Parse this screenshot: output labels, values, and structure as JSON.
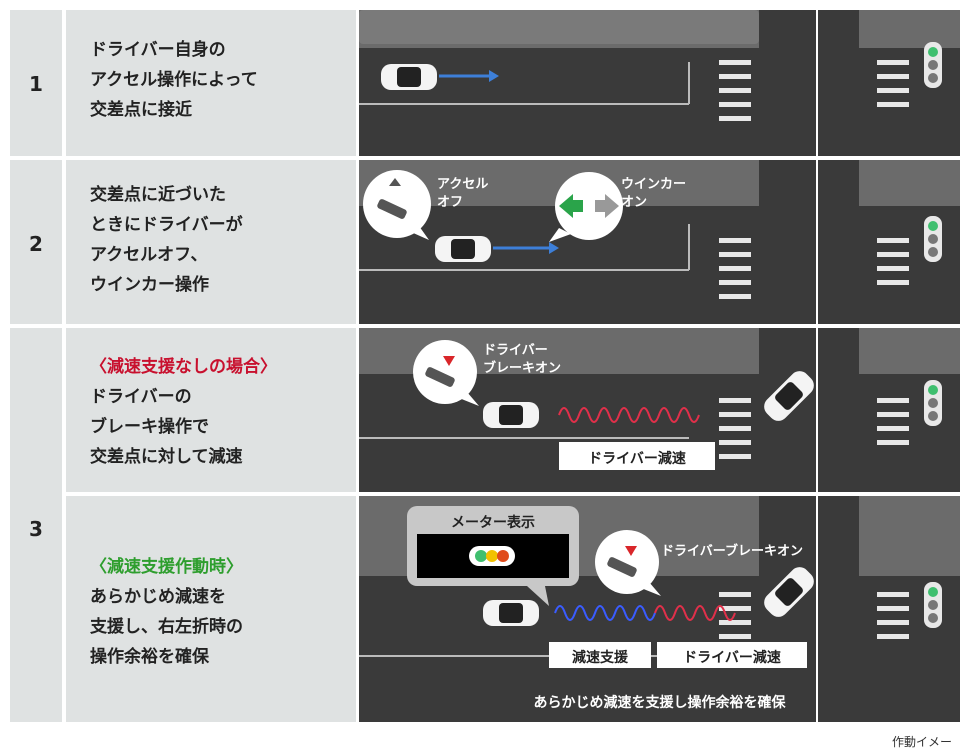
{
  "rows": [
    {
      "num": "1",
      "lines": [
        "ドライバー自身の",
        "アクセル操作によって",
        "交差点に接近"
      ]
    },
    {
      "num": "2",
      "lines": [
        "交差点に近づいた",
        "ときにドライバーが",
        "アクセルオフ、",
        "ウインカー操作"
      ]
    },
    {
      "num": "3"
    }
  ],
  "row3a": {
    "heading": "〈減速支援なしの場合〉",
    "lines": [
      "ドライバーの",
      "ブレーキ操作で",
      "交差点に対して減速"
    ]
  },
  "row3b": {
    "heading": "〈減速支援作動時〉",
    "lines": [
      "あらかじめ減速を",
      "支援し、右左折時の",
      "操作余裕を確保"
    ]
  },
  "scene2": {
    "accel_off": [
      "アクセル",
      "オフ"
    ],
    "blinker_on": [
      "ウインカー",
      "オン"
    ]
  },
  "scene3a": {
    "brake_on": [
      "ドライバー",
      "ブレーキオン"
    ],
    "driver_decel": "ドライバー減速"
  },
  "scene3b": {
    "meter_title": "メーター表示",
    "brake_on": "ドライバーブレーキオン",
    "assist": "減速支援",
    "driver_decel": "ドライバー減速",
    "bottom": "あらかじめ減速を支援し操作余裕を確保"
  },
  "caption": "作動イメー",
  "colors": {
    "panel": "#dfe2e2",
    "road": "#3a3a3a",
    "sidewalk": "#6b6b6b",
    "red_wave": "#e0304a",
    "blue_wave": "#3a5cff",
    "arrow_blue": "#3d7fd8",
    "green_arrow": "#2aa44a",
    "heading_red": "#c8102e",
    "heading_green": "#2e9e2e"
  },
  "icons": [
    "car-icon",
    "traffic-light-icon",
    "pedal-icon",
    "blinker-arrow-icon"
  ]
}
